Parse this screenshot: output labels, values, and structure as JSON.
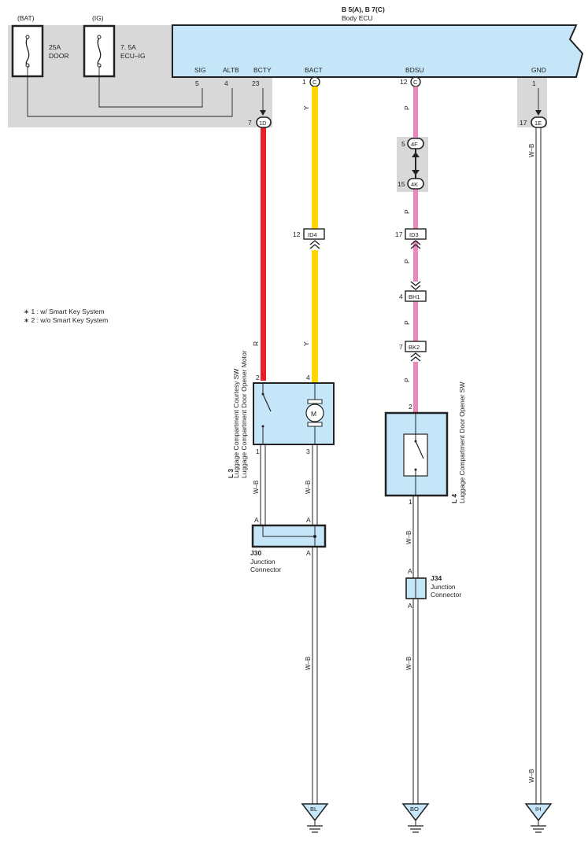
{
  "ecu": {
    "title": "B 5(A), B 7(C)",
    "name": "Body ECU",
    "pins": [
      {
        "label": "SIG",
        "num": "5"
      },
      {
        "label": "ALTB",
        "num": "4"
      },
      {
        "label": "BCTY",
        "num": "23"
      },
      {
        "label": "BACT",
        "num": "1",
        "conn": "C"
      },
      {
        "label": "BDSU",
        "num": "12",
        "conn": "C"
      },
      {
        "label": "GND",
        "num": "1"
      }
    ]
  },
  "fuses": [
    {
      "source": "(BAT)",
      "rating": "25A",
      "name": "DOOR"
    },
    {
      "source": "(IG)",
      "rating": "7. 5A",
      "name": "ECU–IG"
    }
  ],
  "notes": [
    "∗ 1 : w/ Smart Key System",
    "∗ 2 : w/o Smart Key System"
  ],
  "connectors": [
    {
      "id": "1D",
      "pin": "7"
    },
    {
      "id": "1E",
      "pin": "17"
    },
    {
      "id": "4F",
      "pin": "5"
    },
    {
      "id": "4K",
      "pin": "15"
    },
    {
      "id": "ID4",
      "pin": "12"
    },
    {
      "id": "ID3",
      "pin": "17"
    },
    {
      "id": "BH1",
      "pin": "4"
    },
    {
      "id": "BK2",
      "pin": "7"
    }
  ],
  "wire_colors": {
    "R": "R",
    "Y": "Y",
    "P": "P",
    "WB": "W–B"
  },
  "colors": {
    "red": "#e8202a",
    "yellow": "#ffd800",
    "pink": "#ec86bc",
    "ecu_fill": "#c5e6f8",
    "gray_area": "#d8d8d8"
  },
  "components": {
    "l3": {
      "code": "L 3",
      "name1": "Luggage Compartment Courtesy SW",
      "name2": "Luggage Compartment Door Opener Motor",
      "pin_a": "2",
      "pin_b": "4",
      "pin_c": "1",
      "pin_d": "3",
      "motor": "M"
    },
    "l4": {
      "code": "L 4",
      "name": "Luggage Compartment Door Opener SW",
      "pin_top": "2",
      "pin_bottom": "1"
    },
    "j30": {
      "code": "J30",
      "line1": "Junction",
      "line2": "Connector",
      "pin": "A"
    },
    "j34": {
      "code": "J34",
      "line1": "Junction",
      "line2": "Connector",
      "pin": "A"
    }
  },
  "grounds": [
    "BL",
    "BO",
    "IH"
  ]
}
